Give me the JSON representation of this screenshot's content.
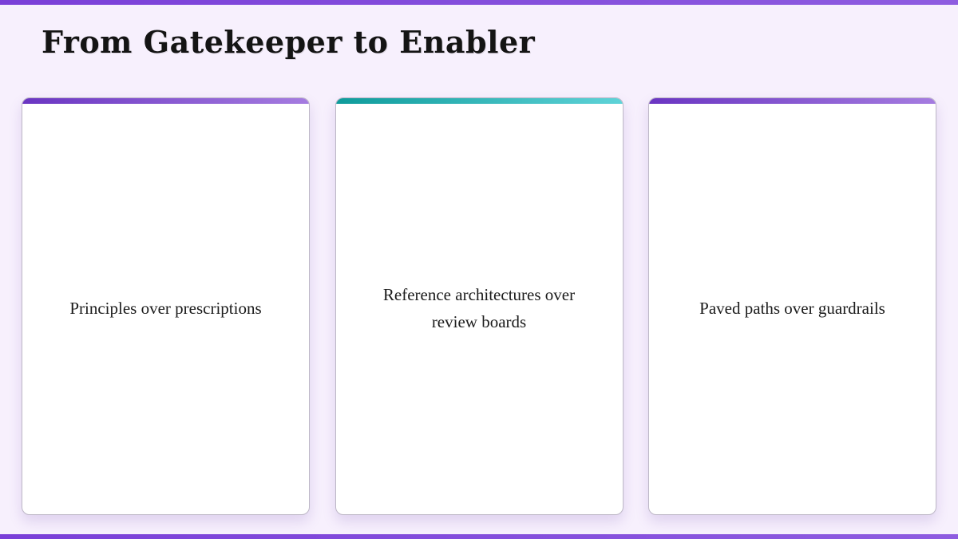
{
  "page": {
    "title": "From Gatekeeper to Enabler",
    "background_color": "#f7f0fd",
    "accent_bar_color": "#7a3fd8"
  },
  "cards": [
    {
      "label": "Principles over prescriptions",
      "accent_color": "#6a35c2",
      "accent_style": "purple"
    },
    {
      "label": "Reference architectures over review boards",
      "accent_color": "#0e9b9b",
      "accent_style": "teal"
    },
    {
      "label": "Paved paths over guardrails",
      "accent_color": "#6a35c2",
      "accent_style": "purple"
    }
  ]
}
